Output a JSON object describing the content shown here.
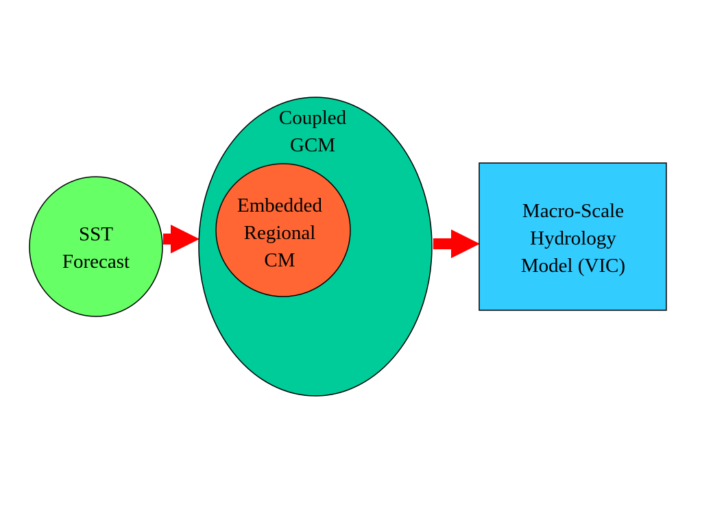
{
  "diagram": {
    "sst": {
      "lines": [
        "SST",
        "Forecast"
      ],
      "fill": "#66ff66"
    },
    "gcm": {
      "lines": [
        "Coupled",
        "GCM"
      ],
      "fill": "#00cc99"
    },
    "regional": {
      "lines": [
        "Embedded",
        "Regional",
        "CM"
      ],
      "fill": "#ff6633"
    },
    "vic": {
      "lines": [
        "Macro-Scale",
        "Hydrology",
        "Model (VIC)"
      ],
      "fill": "#33ccff"
    },
    "arrow_color": "#ff0000",
    "outline_color": "#000000"
  }
}
